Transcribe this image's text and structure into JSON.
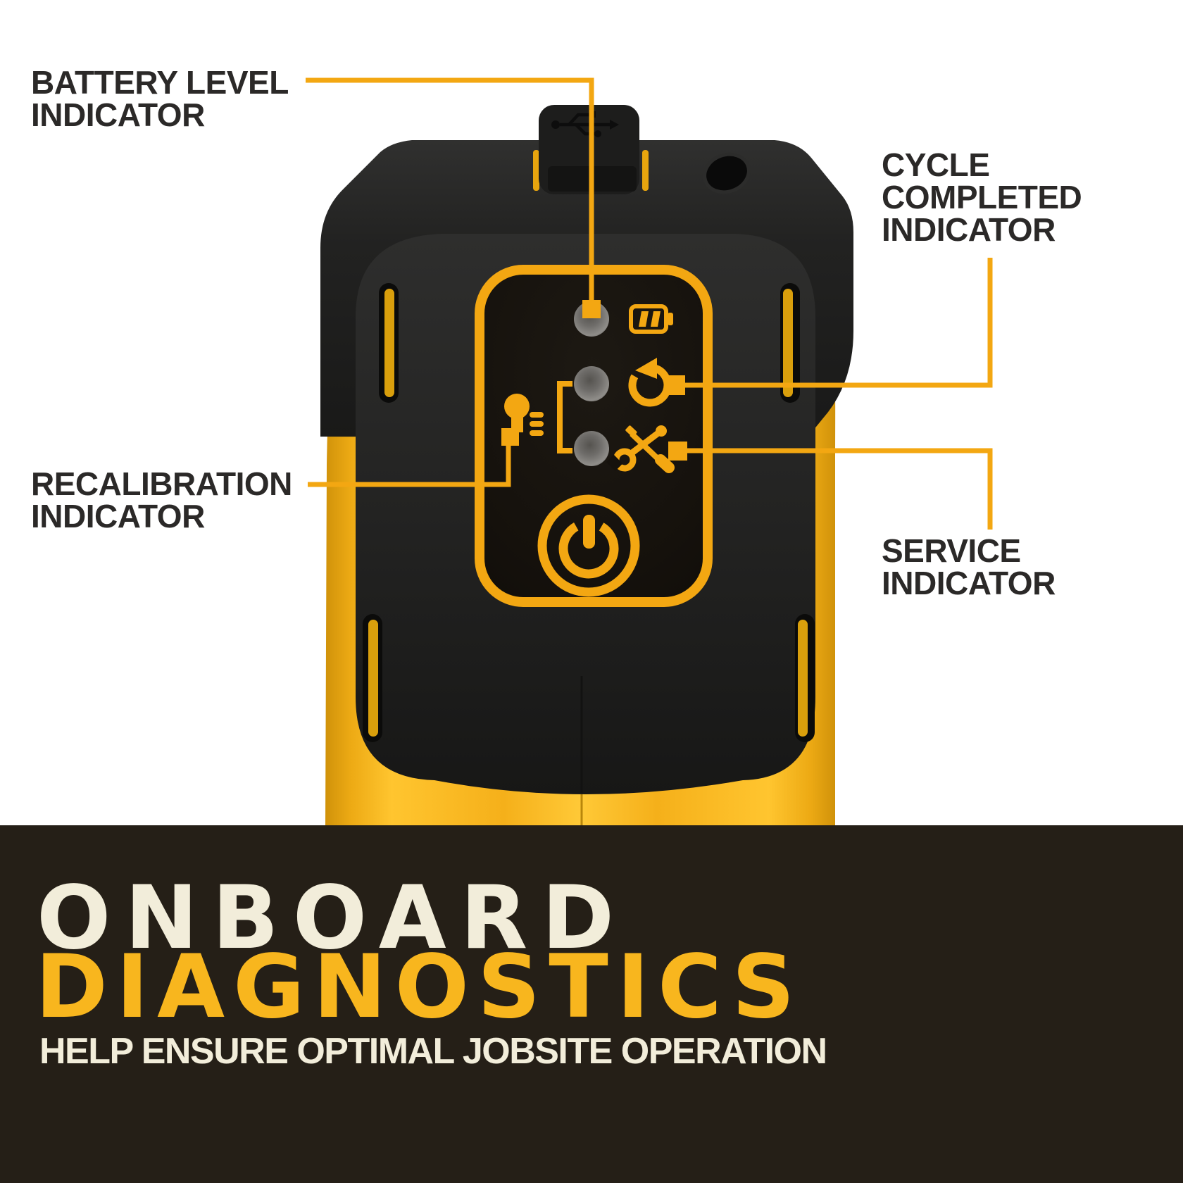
{
  "colors": {
    "background": "#ffffff",
    "accent_yellow": "#f3a712",
    "body_yellow": "#f5af14",
    "label_text": "#2b2928",
    "footer_background": "#251f17",
    "footer_cream": "#f2edda",
    "footer_yellow": "#f8b61e",
    "led_gray": "#8f8d89",
    "panel_black": "#16120d"
  },
  "callouts": {
    "battery": {
      "lines": [
        "BATTERY LEVEL",
        "INDICATOR"
      ]
    },
    "cycle": {
      "lines": [
        "CYCLE",
        "COMPLETED",
        "INDICATOR"
      ]
    },
    "recalibration": {
      "lines": [
        "RECALIBRATION",
        "INDICATOR"
      ]
    },
    "service": {
      "lines": [
        "SERVICE",
        "INDICATOR"
      ]
    }
  },
  "footer": {
    "headline_line1": "ONBOARD",
    "headline_line2": "DIAGNOSTICS",
    "subheadline": "HELP ENSURE OPTIMAL JOBSITE OPERATION"
  },
  "device": {
    "led_count": 3,
    "icons": [
      {
        "name": "usb-icon"
      },
      {
        "name": "battery-level-icon"
      },
      {
        "name": "cycle-completed-icon"
      },
      {
        "name": "service-icon"
      },
      {
        "name": "recalibration-icon"
      },
      {
        "name": "power-icon"
      }
    ]
  }
}
